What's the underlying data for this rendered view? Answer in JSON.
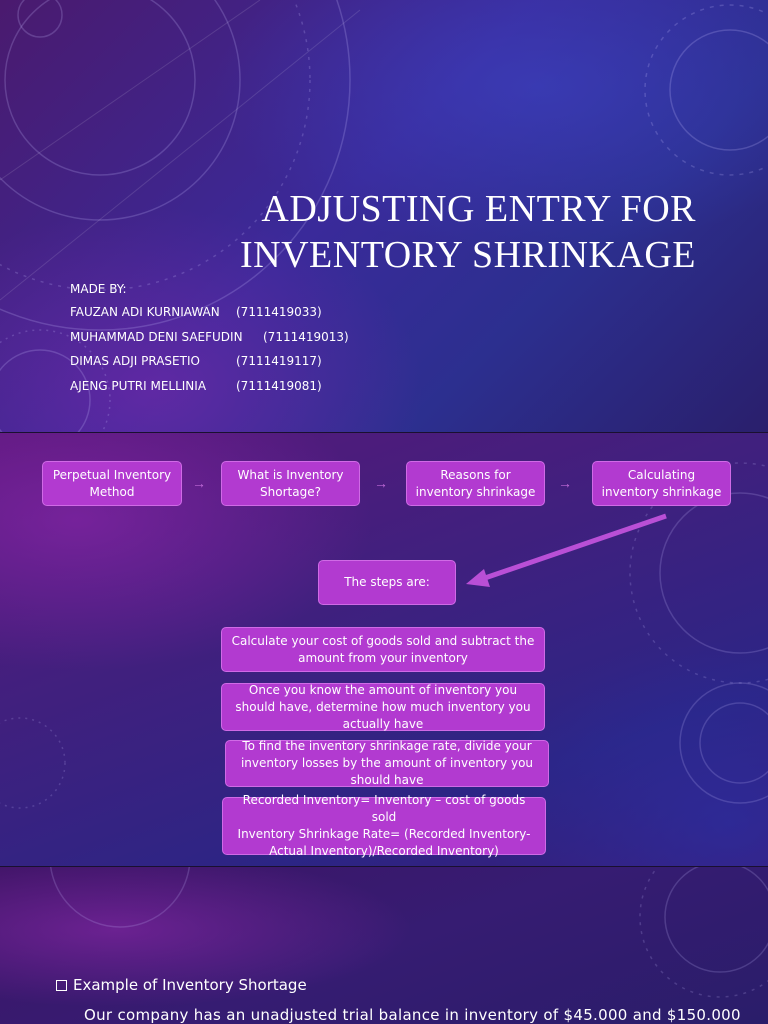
{
  "slide1": {
    "title_line1": "ADJUSTING ENTRY FOR",
    "title_line2": "INVENTORY SHRINKAGE",
    "made_by": "MADE BY:",
    "authors": [
      {
        "name": "FAUZAN ADI KURNIAWAN",
        "nim": "(7111419033)"
      },
      {
        "name": "MUHAMMAD DENI SAEFUDIN",
        "nim": "(7111419013)"
      },
      {
        "name": "DIMAS ADJI PRASETIO",
        "nim": "(7111419117)"
      },
      {
        "name": "AJENG PUTRI MELLINIA",
        "nim": "(7111419081)"
      }
    ]
  },
  "slide2": {
    "flow": [
      "Perpetual Inventory Method",
      "What is Inventory Shortage?",
      "Reasons for inventory shrinkage",
      "Calculating inventory shrinkage"
    ],
    "steps_label": "The steps are:",
    "steps": [
      "Calculate your cost of goods sold and subtract the amount from your inventory",
      "Once you know the amount of inventory you should have, determine how much inventory you actually have",
      "To find the inventory shrinkage rate, divide your inventory losses by the amount of inventory you should have"
    ],
    "formula_line1": "Recorded Inventory= Inventory – cost of goods sold",
    "formula_line2": "Inventory Shrinkage Rate= (Recorded Inventory-",
    "formula_line3": "Actual Inventory)/Recorded Inventory)",
    "arrow_glyph": "→"
  },
  "slide3": {
    "heading": "Example of Inventory Shortage",
    "text": "Our company has an unadjusted trial balance in inventory of $45.000 and $150.000"
  },
  "colors": {
    "box_fill": "#b23ad0",
    "box_border": "#d06ae6",
    "text": "#ffffff"
  }
}
